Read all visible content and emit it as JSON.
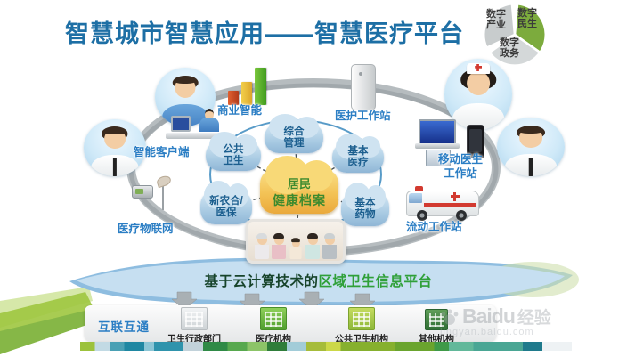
{
  "slide": {
    "title": "智慧城市智慧应用——智慧医疗平台"
  },
  "pie": {
    "industry": {
      "line1": "数字",
      "line2": "产业"
    },
    "livelihood": {
      "line1": "数字",
      "line2": "民生"
    },
    "government": {
      "line1": "数字",
      "line2": "政务"
    }
  },
  "clouds": {
    "center": {
      "line1": "居民",
      "line2": "健康档案"
    },
    "management": {
      "line1": "综合",
      "line2": "管理"
    },
    "public_health": {
      "line1": "公共",
      "line2": "卫生"
    },
    "basic_medical": {
      "line1": "基本",
      "line2": "医疗"
    },
    "insurance": {
      "line1": "新农合/",
      "line2": "医保"
    },
    "basic_drugs": {
      "line1": "基本",
      "line2": "药物"
    }
  },
  "stations": {
    "business_intelligence": "商业智能",
    "nurse_workstation": "医护工作站",
    "smart_client": "智能客户端",
    "mobile_doctor": {
      "line1": "移动医生",
      "line2": "工作站"
    },
    "medical_iot": "医疗物联网",
    "mobile_workstation": "流动工作站"
  },
  "banner": {
    "prefix": "基于云计算技术的",
    "highlight": "区域卫生信息平台"
  },
  "footer": {
    "interconnect": "互联互通",
    "orgs": [
      {
        "label": "卫生行政部门"
      },
      {
        "label": "医疗机构"
      },
      {
        "label": "公共卫生机构"
      },
      {
        "label": "其他机构"
      }
    ]
  },
  "watermark": {
    "brand": "Baidu",
    "suffix": "经验",
    "url": "jingyan.baidu.com"
  },
  "colors": {
    "title_blue": "#1d6fa5",
    "label_blue": "#2b7ec4",
    "cloud_text": "#1b5e8e",
    "center_cloud_text": "#3c8a2e",
    "banner_prefix": "#17442b",
    "banner_highlight": "#2fa039",
    "pie_green": "#7cab3d",
    "ring_gray": "#a6acaf"
  }
}
